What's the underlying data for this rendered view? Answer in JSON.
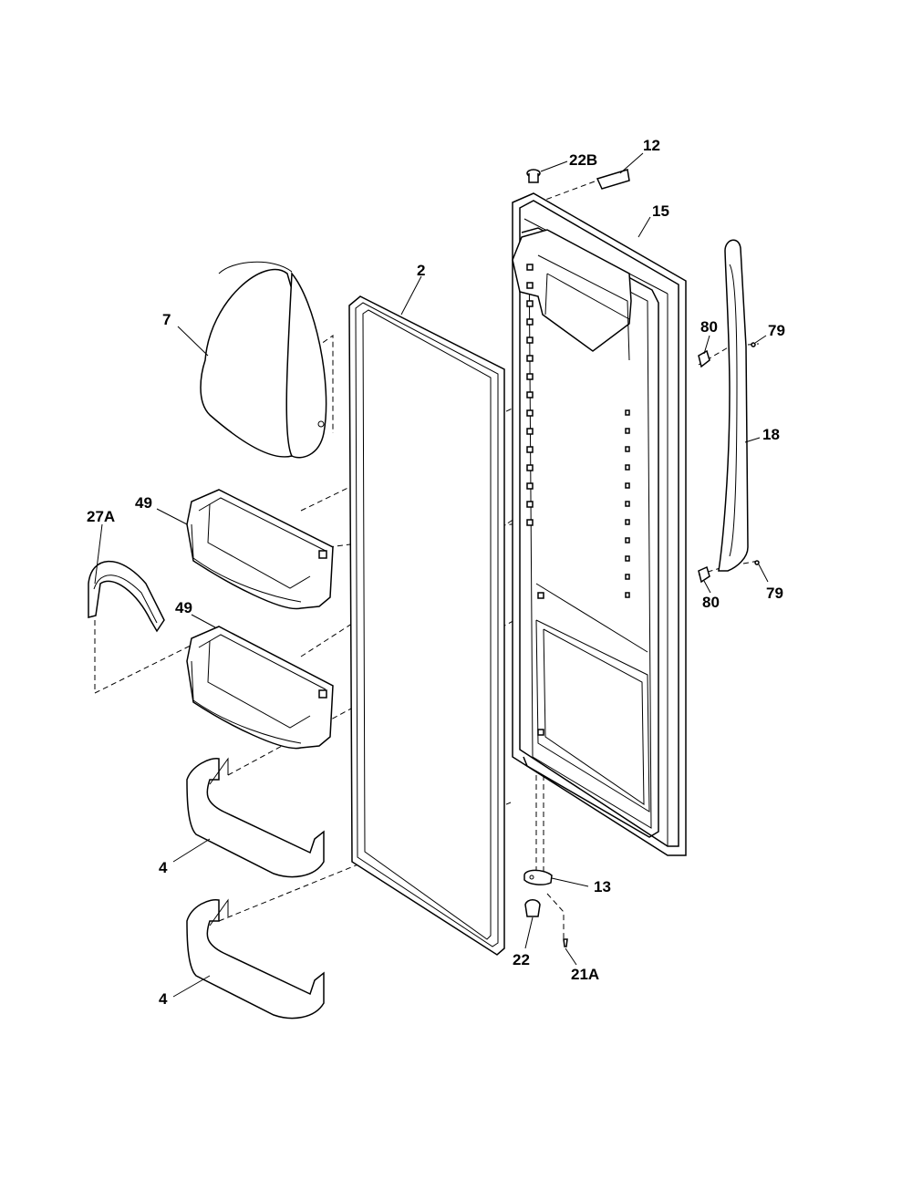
{
  "diagram": {
    "callouts": {
      "c22b": "22B",
      "c12": "12",
      "c15": "15",
      "c2": "2",
      "c7": "7",
      "c80_top": "80",
      "c79_top": "79",
      "c18": "18",
      "c49_top": "49",
      "c27a": "27A",
      "c49_bottom": "49",
      "c80_bottom": "80",
      "c79_bottom": "79",
      "c4_top": "4",
      "c13": "13",
      "c22": "22",
      "c21a": "21A",
      "c4_bottom": "4"
    }
  }
}
